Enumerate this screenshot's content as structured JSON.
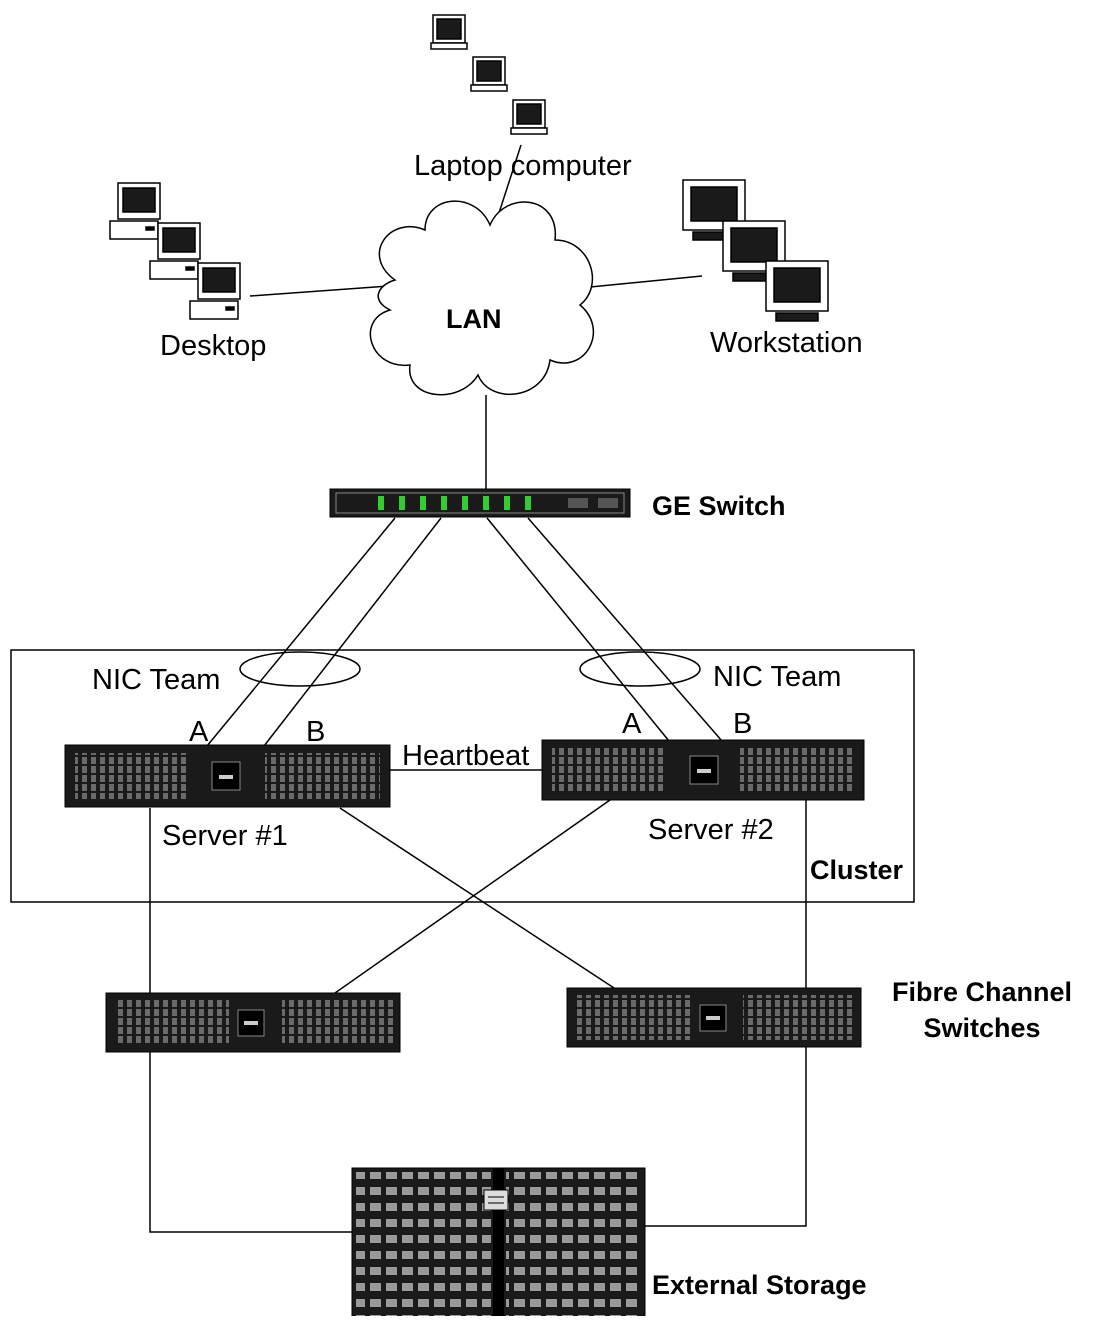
{
  "diagram": {
    "nodes": {
      "laptop": "Laptop computer",
      "desktop": "Desktop",
      "workstation": "Workstation",
      "lan": "LAN",
      "ge_switch": "GE Switch",
      "nic_team_left": "NIC Team",
      "nic_team_right": "NIC Team",
      "port_a_left": "A",
      "port_b_left": "B",
      "port_a_right": "A",
      "port_b_right": "B",
      "heartbeat": "Heartbeat",
      "server1": "Server #1",
      "server2": "Server #2",
      "cluster": "Cluster",
      "fc_switches_line1": "Fibre Channel",
      "fc_switches_line2": "Switches",
      "external_storage": "External Storage"
    },
    "edges": [
      {
        "from": "laptop",
        "to": "lan"
      },
      {
        "from": "desktop",
        "to": "lan"
      },
      {
        "from": "workstation",
        "to": "lan"
      },
      {
        "from": "lan",
        "to": "ge_switch"
      },
      {
        "from": "ge_switch",
        "to": "server1",
        "label": "A"
      },
      {
        "from": "ge_switch",
        "to": "server1",
        "label": "B"
      },
      {
        "from": "ge_switch",
        "to": "server2",
        "label": "A"
      },
      {
        "from": "ge_switch",
        "to": "server2",
        "label": "B"
      },
      {
        "from": "server1",
        "to": "server2",
        "label": "Heartbeat"
      },
      {
        "from": "server1",
        "to": "fc_switch_left"
      },
      {
        "from": "server1",
        "to": "fc_switch_right"
      },
      {
        "from": "server2",
        "to": "fc_switch_left"
      },
      {
        "from": "server2",
        "to": "fc_switch_right"
      },
      {
        "from": "fc_switch_left",
        "to": "external_storage"
      },
      {
        "from": "fc_switch_right",
        "to": "external_storage"
      }
    ],
    "colors": {
      "device_dark": "#1a1a1a",
      "device_grille": "#6a6a6a",
      "storage_body": "#8c8c8c",
      "switch_port": "#33cc33",
      "line": "#000000"
    }
  }
}
